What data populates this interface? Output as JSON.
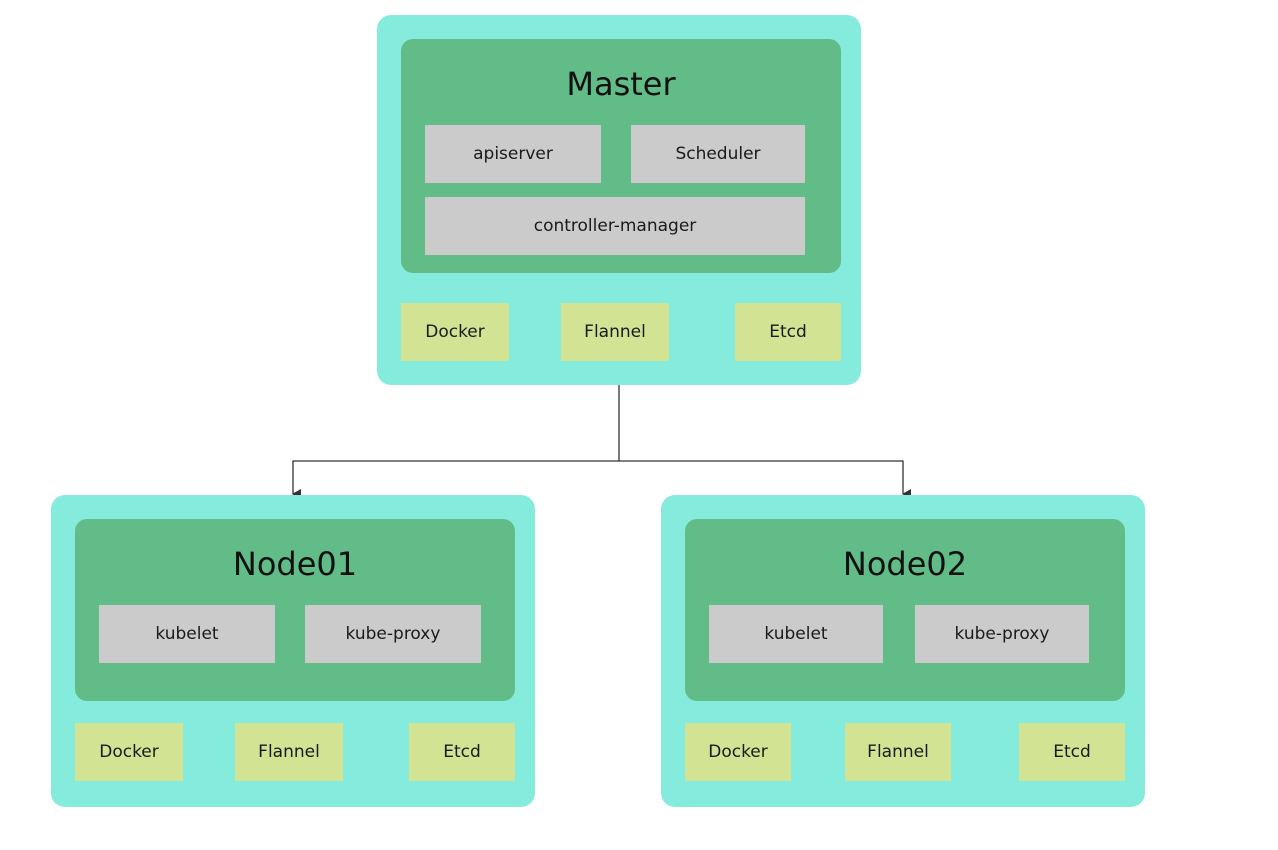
{
  "colors": {
    "cluster_bg": "#85ebdc",
    "group_bg": "#61bc88",
    "component_bg": "#cbcbcb",
    "infra_bg": "#d3e394",
    "connector": "#333333"
  },
  "master": {
    "title": "Master",
    "components": [
      "apiserver",
      "Scheduler",
      "controller-manager"
    ],
    "infra": [
      "Docker",
      "Flannel",
      "Etcd"
    ]
  },
  "node01": {
    "title": "Node01",
    "components": [
      "kubelet",
      "kube-proxy"
    ],
    "infra": [
      "Docker",
      "Flannel",
      "Etcd"
    ]
  },
  "node02": {
    "title": "Node02",
    "components": [
      "kubelet",
      "kube-proxy"
    ],
    "infra": [
      "Docker",
      "Flannel",
      "Etcd"
    ]
  },
  "edges": [
    {
      "from": "Master",
      "to": "Node01"
    },
    {
      "from": "Master",
      "to": "Node02"
    }
  ]
}
